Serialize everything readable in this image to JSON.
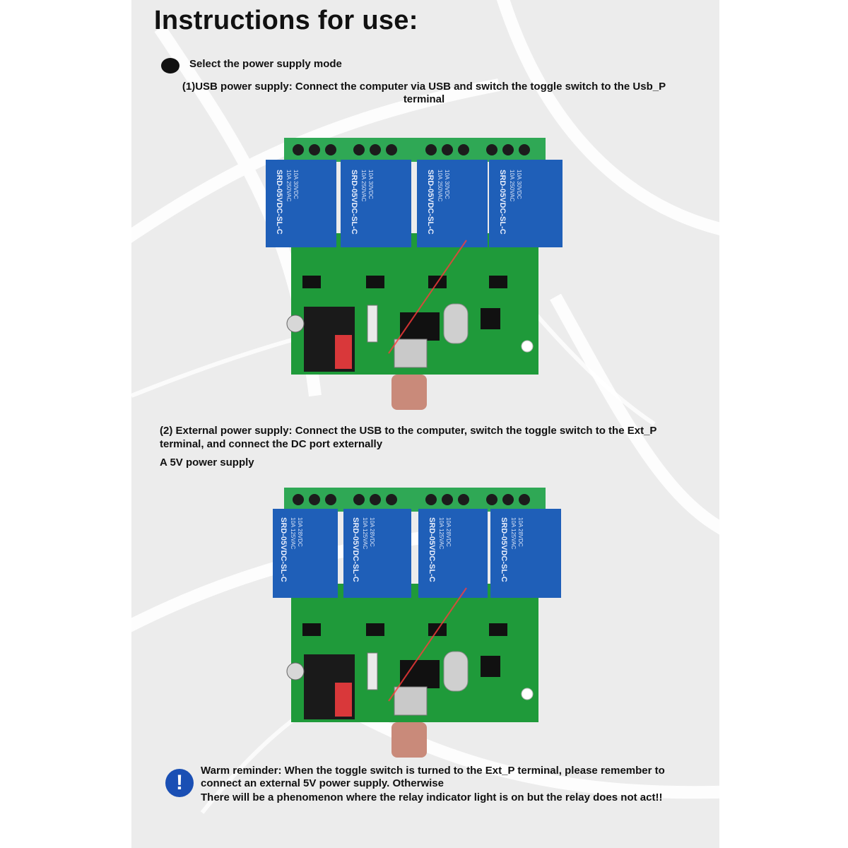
{
  "heading": "Instructions for use:",
  "section": {
    "title": "Select the power supply mode"
  },
  "step1": {
    "line1": "(1)USB power supply: Connect the computer via USB and switch the toggle switch to the Usb_P",
    "line2": "terminal"
  },
  "step2": {
    "line1": "(2) External power supply: Connect the USB to the computer, switch the toggle switch to the Ext_P",
    "line2": "terminal, and connect the DC port externally",
    "line3": "A 5V power supply"
  },
  "relay_label": {
    "model": "SRD-05VDC-SL-C",
    "rating1": "10A 250VAC",
    "rating2": "10A 30VDC",
    "rating3": "10A 125VAC",
    "rating4": "10A 28VDC"
  },
  "reminder": {
    "icon": "!",
    "line1": "Warm reminder: When the toggle switch is turned to the Ext_P terminal, please remember to",
    "line2": "connect an external 5V power supply. Otherwise",
    "line3": "There will be a phenomenon where the relay indicator light is on but the relay does not act!!"
  },
  "colors": {
    "pcb": "#1f9a3a",
    "relay": "#1f5fb8",
    "terminal": "#2fa855",
    "warning": "#1a4fb4"
  }
}
